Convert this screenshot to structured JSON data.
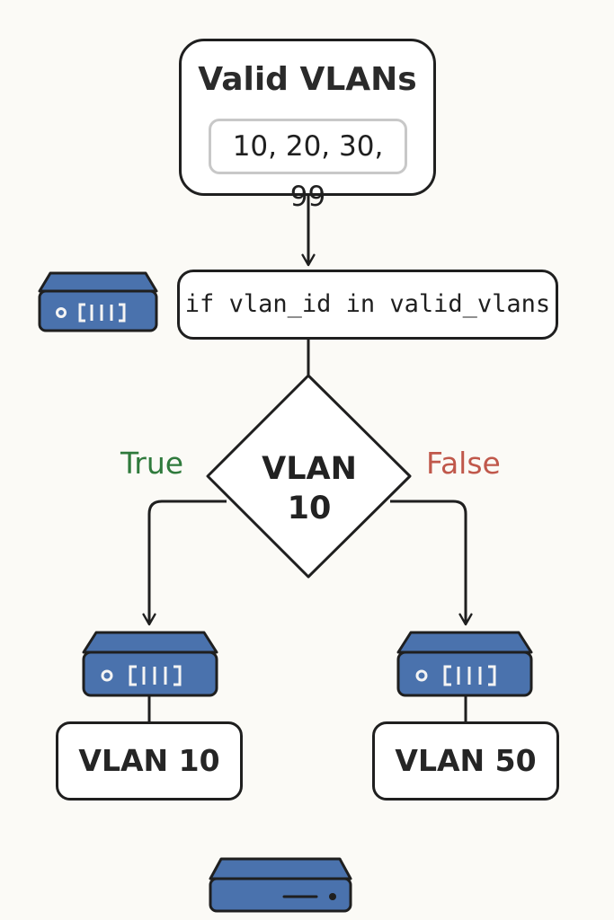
{
  "valid_box": {
    "title": "Valid VLANs",
    "values": "10, 20, 30, 99"
  },
  "condition": {
    "code": "if vlan_id in valid_vlans"
  },
  "decision": {
    "line1": "VLAN",
    "line2": "10",
    "true_label": "True",
    "false_label": "False"
  },
  "results": {
    "left": "VLAN 10",
    "right": "VLAN 50"
  },
  "colors": {
    "device_fill": "#4a72ad",
    "true_label": "#2f7a3c",
    "false_label": "#c0584b",
    "outline": "#1f1f1f"
  },
  "icons": {
    "switch": "network-switch-icon",
    "server": "server-icon"
  }
}
